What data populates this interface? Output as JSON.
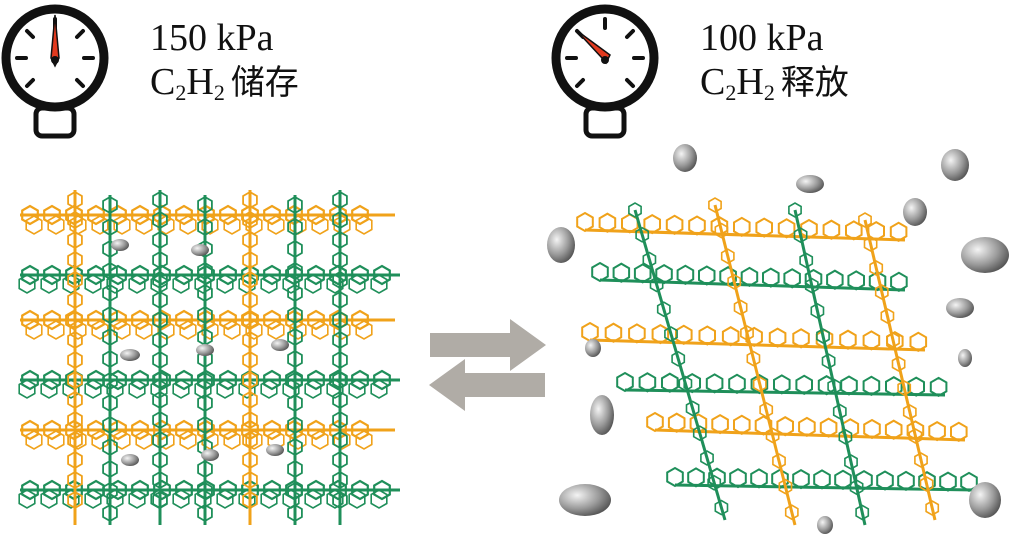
{
  "left": {
    "pressure": "150 kPa",
    "formula": {
      "c": "C",
      "c_sub": "2",
      "h": "H",
      "h_sub": "2"
    },
    "action": "储存"
  },
  "right": {
    "pressure": "100 kPa",
    "formula": {
      "c": "C",
      "c_sub": "2",
      "h": "H",
      "h_sub": "2"
    },
    "action": "释放"
  },
  "colors": {
    "framework_orange": "#f0a21a",
    "framework_green": "#1f8f5a",
    "gas_gray": "#9a9a9a",
    "needle_red": "#e23a1f",
    "arrow_gray": "#b0aca6",
    "gauge_stroke": "#111111"
  },
  "icons": [
    "pressure-gauge-icon",
    "equilibrium-arrows-icon"
  ]
}
